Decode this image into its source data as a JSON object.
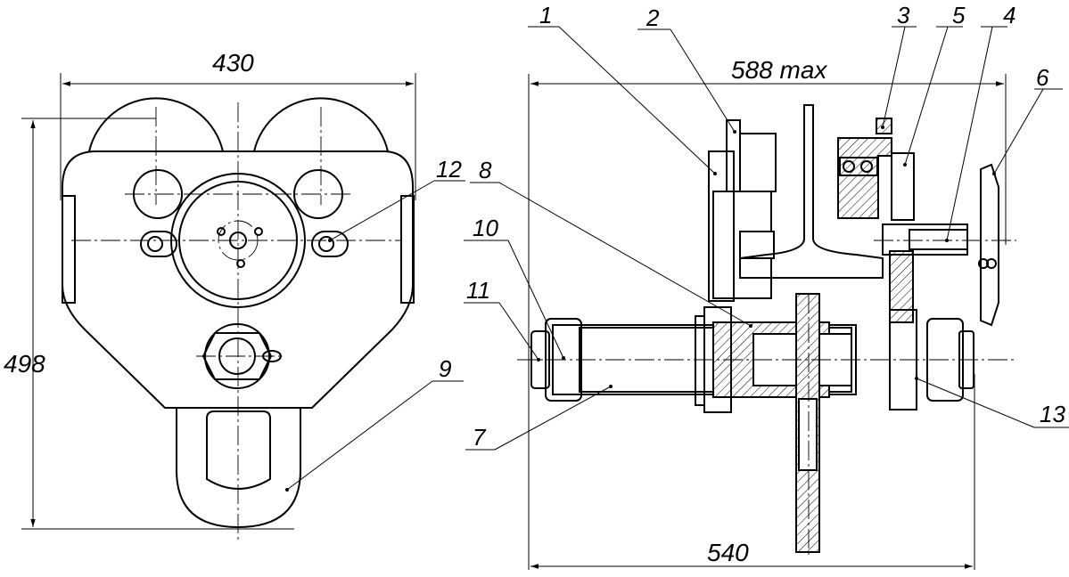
{
  "dimensions": {
    "width_front": "430",
    "height_front": "498",
    "width_max": "588 max",
    "width_side": "540"
  },
  "callouts": {
    "p1": "1",
    "p2": "2",
    "p3": "3",
    "p4": "4",
    "p5": "5",
    "p6": "6",
    "p7": "7",
    "p8": "8",
    "p9": "9",
    "p10": "10",
    "p11": "11",
    "p12": "12",
    "p13": "13"
  }
}
